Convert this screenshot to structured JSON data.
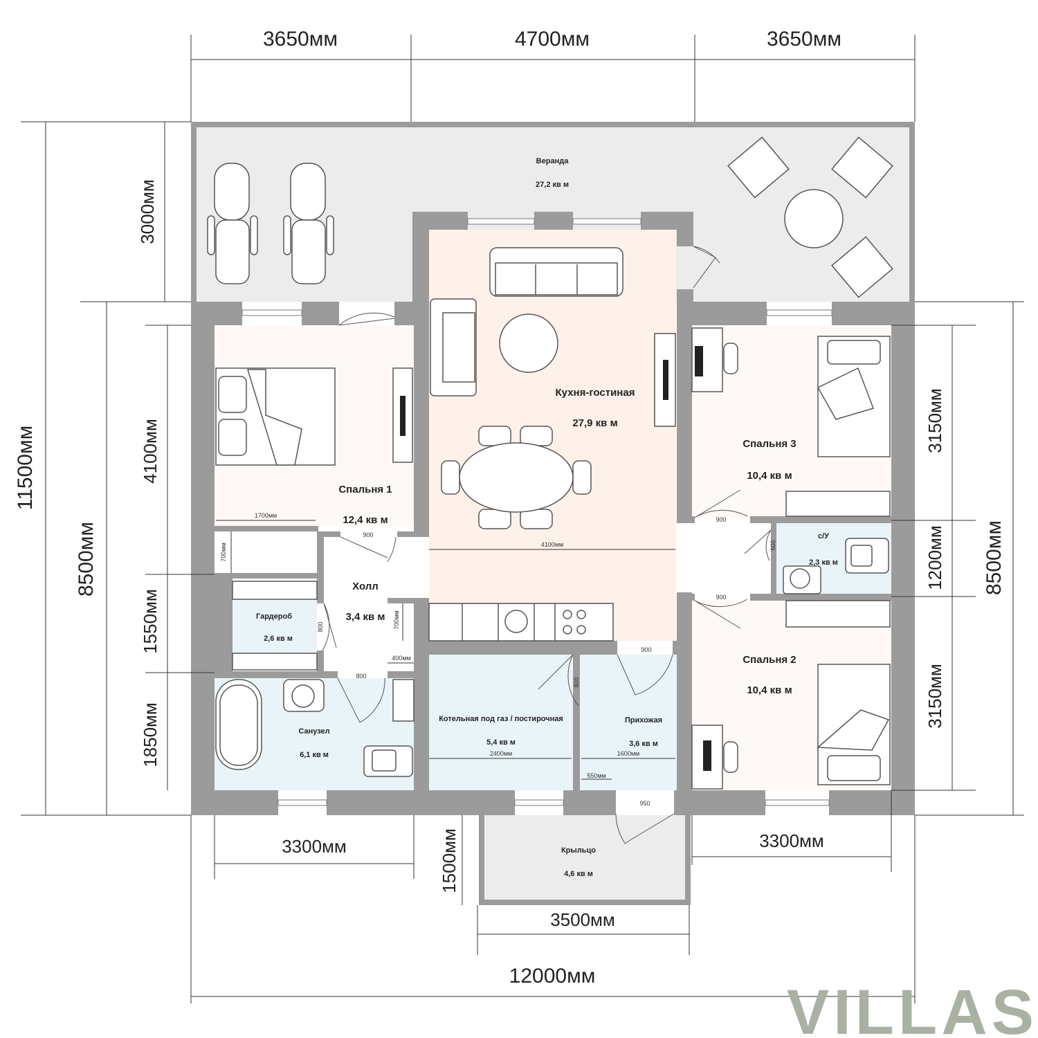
{
  "dimensions": {
    "top_left": "3650мм",
    "top_mid": "4700мм",
    "top_right": "3650мм",
    "left_total": "11500мм",
    "left_house": "8500мм",
    "left_veranda": "3000мм",
    "left_bed1": "4100мм",
    "left_wardrobe": "1550мм",
    "left_bath": "1850мм",
    "right_house": "8500мм",
    "right_bed3": "3150мм",
    "right_wc": "1200мм",
    "right_bed2": "3150мм",
    "bottom_left": "3300мм",
    "bottom_right": "3300мм",
    "porch_height": "1500мм",
    "porch_width": "3500мм",
    "total_width": "12000мм"
  },
  "small_dims": {
    "d1700": "1700мм",
    "d700a": "700мм",
    "d900_hall": "900",
    "d700b": "700мм",
    "d800_ward": "800",
    "d400": "400мм",
    "d800_bath": "800",
    "d4100": "4100мм",
    "d900_bed3": "900",
    "d600": "600",
    "d900_bed2": "900",
    "d900_entry": "900",
    "d800_boiler": "800",
    "d2400": "2400мм",
    "d1600": "1600мм",
    "d550": "550мм",
    "d950": "950"
  },
  "rooms": {
    "veranda": {
      "name": "Веранда",
      "area": "27,2 кв м"
    },
    "kitchen": {
      "name": "Кухня-гостиная",
      "area": "27,9 кв м"
    },
    "bed1": {
      "name": "Спальня 1",
      "area": "12,4 кв м"
    },
    "bed3": {
      "name": "Спальня 3",
      "area": "10,4 кв м"
    },
    "bed2": {
      "name": "Спальня 2",
      "area": "10,4 кв м"
    },
    "wc": {
      "name": "с/У",
      "area": "2,3 кв м"
    },
    "hall": {
      "name": "Холл",
      "area": "3,4 кв м"
    },
    "wardrobe": {
      "name": "Гардероб",
      "area": "2,6 кв м"
    },
    "bath": {
      "name": "Санузел",
      "area": "6,1 кв м"
    },
    "boiler": {
      "name": "Котельная под газ / постирочная",
      "area": "5,4 кв м"
    },
    "entry": {
      "name": "Прихожая",
      "area": "3,6 кв м"
    },
    "porch": {
      "name": "Крыльцо",
      "area": "4,6 кв м"
    }
  },
  "logo": "VILLAS",
  "colors": {
    "wall": "#9b9b9b",
    "veranda": "#ececec",
    "living": "#fdf1ea",
    "bedroom": "#fef9f6",
    "wet": "#e9f4f8"
  }
}
